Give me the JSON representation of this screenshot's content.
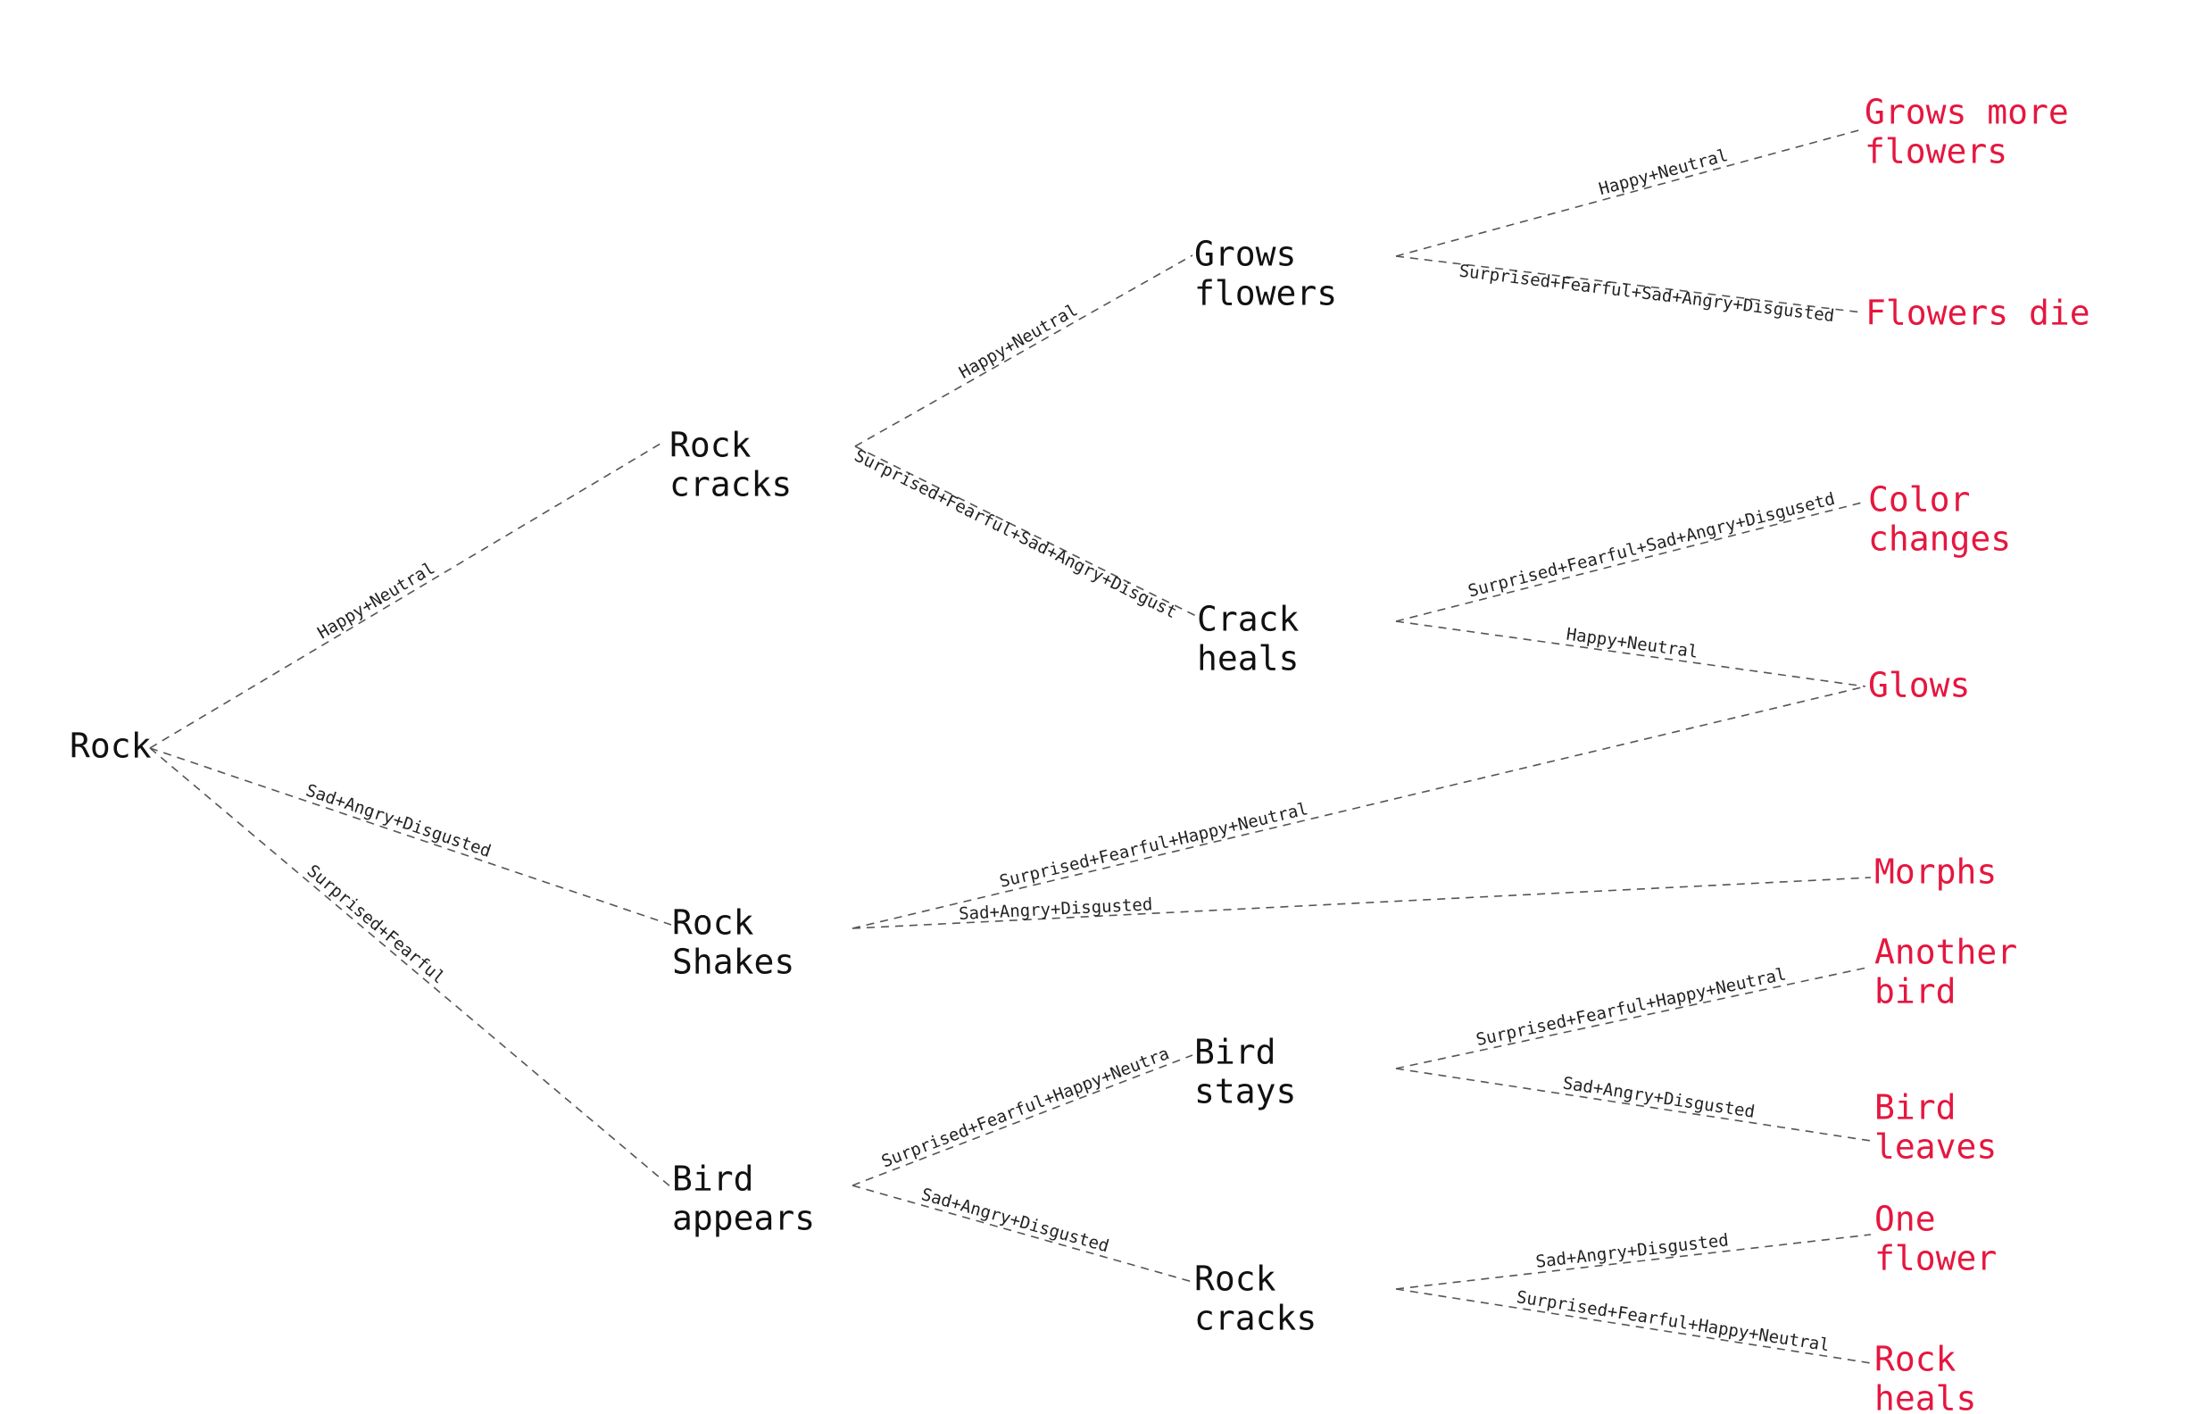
{
  "colors": {
    "node": "#111111",
    "leaf": "#e5173f",
    "edge": "#555555"
  },
  "nodes": {
    "rock": [
      "Rock"
    ],
    "rock_cracks_1": [
      "Rock",
      "cracks"
    ],
    "rock_shakes": [
      "Rock",
      "Shakes"
    ],
    "bird_appears": [
      "Bird",
      "appears"
    ],
    "grows_flowers": [
      "Grows",
      "flowers"
    ],
    "crack_heals": [
      "Crack",
      "heals"
    ],
    "bird_stays": [
      "Bird",
      "stays"
    ],
    "rock_cracks_2": [
      "Rock",
      "cracks"
    ]
  },
  "leaves": {
    "grows_more_flowers": [
      "Grows more",
      "flowers"
    ],
    "flowers_die": [
      "Flowers die"
    ],
    "color_changes": [
      "Color",
      "changes"
    ],
    "glows": [
      "Glows"
    ],
    "morphs": [
      "Morphs"
    ],
    "another_bird": [
      "Another",
      "bird"
    ],
    "bird_leaves": [
      "Bird",
      "leaves"
    ],
    "one_flower": [
      "One",
      "flower"
    ],
    "rock_heals": [
      "Rock",
      "heals"
    ]
  },
  "edges": {
    "rock_to_cracks": "Happy+Neutral",
    "rock_to_shakes": "Sad+Angry+Disgusted",
    "rock_to_bird": "Surprised+Fearful",
    "cracks_to_grows": "Happy+Neutral",
    "cracks_to_heals": "Surprised+Fearful+Sad+Angry+Disgust",
    "grows_to_more": "Happy+Neutral",
    "grows_to_die": "Surprised+Fearful+Sad+Angry+Disgusted",
    "heals_to_color": "Surprised+Fearful+Sad+Angry+Disgusetd",
    "heals_to_glows": "Happy+Neutral",
    "shakes_to_glows": "Surprised+Fearful+Happy+Neutral",
    "shakes_to_morphs": "Sad+Angry+Disgusted",
    "bird_to_stays": "Surprised+Fearful+Happy+Neutra",
    "bird_to_cracks": "Sad+Angry+Disgusted",
    "stays_to_another": "Surprised+Fearful+Happy+Neutral",
    "stays_to_leaves": "Sad+Angry+Disgusted",
    "cracks2_to_one": "Sad+Angry+Disgusted",
    "cracks2_to_heals": "Surprised+Fearful+Happy+Neutral"
  }
}
